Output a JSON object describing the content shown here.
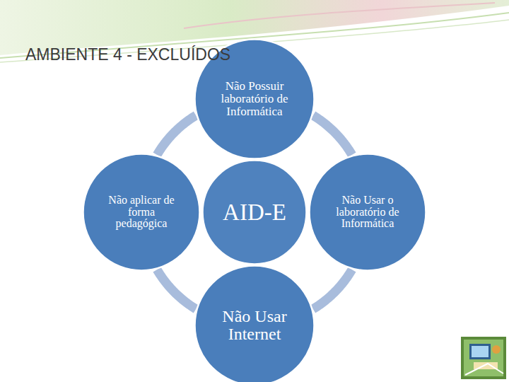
{
  "diagram": {
    "title": "AMBIENTE 4 - EXCLUÍDOS",
    "nodes": [
      {
        "text": [
          "Não Possuir laboratório de Informática"
        ]
      },
      {
        "text": [
          "Não aplicar de forma pedagógica"
        ]
      },
      {
        "text": [
          "AID-E"
        ]
      },
      {
        "text": [
          "Não Usar o laboratório de Informática"
        ]
      },
      {
        "text": [
          "Não Usar Internet"
        ]
      }
    ],
    "edges": [
      {
        "from": 0,
        "to": 3,
        "arrow": "none"
      },
      {
        "from": 3,
        "to": 4,
        "arrow": "none"
      },
      {
        "from": 4,
        "to": 1,
        "arrow": "none"
      },
      {
        "from": 1,
        "to": 0,
        "arrow": "none"
      }
    ]
  }
}
